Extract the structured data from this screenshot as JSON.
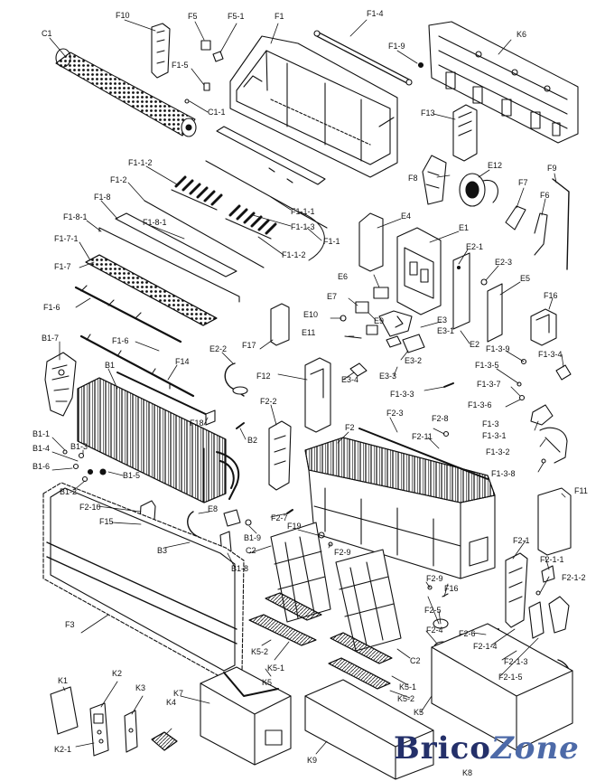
{
  "labels": {
    "F10": "F10",
    "F5": "F5",
    "F5_1": "F5-1",
    "F1": "F1",
    "F1_4": "F1-4",
    "K6": "K6",
    "C1": "C1",
    "F1_5": "F1-5",
    "F1_9": "F1-9",
    "C1_1": "C1-1",
    "F13": "F13",
    "F1_1_2": "F1-1-2",
    "F1_2": "F1-2",
    "F1_8": "F1-8",
    "F1_8_1a": "F1-8-1",
    "F1_8_1b": "F1-8-1",
    "F1_7_1": "F1-7-1",
    "F1_7": "F1-7",
    "F1_6a": "F1-6",
    "F1_6b": "F1-6",
    "F1_1_1": "F1-1-1",
    "F1_1_3": "F1-1-3",
    "F1_1_2b": "F1-1-2",
    "F1_1": "F1-1",
    "E12": "E12",
    "F8": "F8",
    "F9": "F9",
    "F7": "F7",
    "F6": "F6",
    "E4": "E4",
    "E1": "E1",
    "E2_1": "E2-1",
    "E2_3": "E2-3",
    "E5": "E5",
    "E6": "E6",
    "E7": "E7",
    "E10": "E10",
    "E9": "E9",
    "E3": "E3",
    "E3_1": "E3-1",
    "E11": "E11",
    "E2": "E2",
    "E3_2": "E3-2",
    "E3_3": "E3-3",
    "E3_4": "E3-4",
    "F16": "F16",
    "F1_3_9": "F1-3-9",
    "F1_3_4": "F1-3-4",
    "F1_3_5": "F1-3-5",
    "F1_3_7": "F1-3-7",
    "F1_3_3": "F1-3-3",
    "F1_3_6": "F1-3-6",
    "F1_3": "F1-3",
    "F1_3_1": "F1-3-1",
    "F1_3_2": "F1-3-2",
    "F1_3_8": "F1-3-8",
    "B1_7": "B1-7",
    "B1": "B1",
    "F14": "F14",
    "E2_2": "E2-2",
    "F17": "F17",
    "F12": "F12",
    "F2_2": "F2-2",
    "F18": "F18",
    "B2": "B2",
    "F2_3": "F2-3",
    "F2_8": "F2-8",
    "F2_11": "F2-11",
    "F2": "F2",
    "B1_1": "B1-1",
    "B1_4": "B1-4",
    "B1_3": "B1-3",
    "B1_6": "B1-6",
    "B1_5": "B1-5",
    "B1_2": "B1-2",
    "F2_10": "F2-10",
    "F15": "F15",
    "E8": "E8",
    "F2_7": "F2-7",
    "F19": "F19",
    "B1_9": "B1-9",
    "C2a": "C2",
    "F2_9a": "F2-9",
    "B3": "B3",
    "B1_8": "B1-8",
    "F11": "F11",
    "F2_1": "F2-1",
    "F2_1_1": "F2-1-1",
    "F2_1_2": "F2-1-2",
    "F2_9b": "F2-9",
    "F2_5": "F2-5",
    "F16b": "F16",
    "F2_4": "F2-4",
    "F2_6": "F2-6",
    "F3": "F3",
    "K5_2a": "K5-2",
    "K5_1a": "K5-1",
    "K5a": "K5",
    "C2b": "C2",
    "F2_1_4": "F2-1-4",
    "F2_1_3": "F2-1-3",
    "F2_1_5": "F2-1-5",
    "K5_1b": "K5-1",
    "K5_2b": "K5-2",
    "K5b": "K5",
    "K1": "K1",
    "K2": "K2",
    "K3": "K3",
    "K4": "K4",
    "K7": "K7",
    "K2_1": "K2-1",
    "K9": "K9",
    "K8": "K8"
  },
  "logo": {
    "part1": "Brico",
    "part2": "Zone"
  }
}
